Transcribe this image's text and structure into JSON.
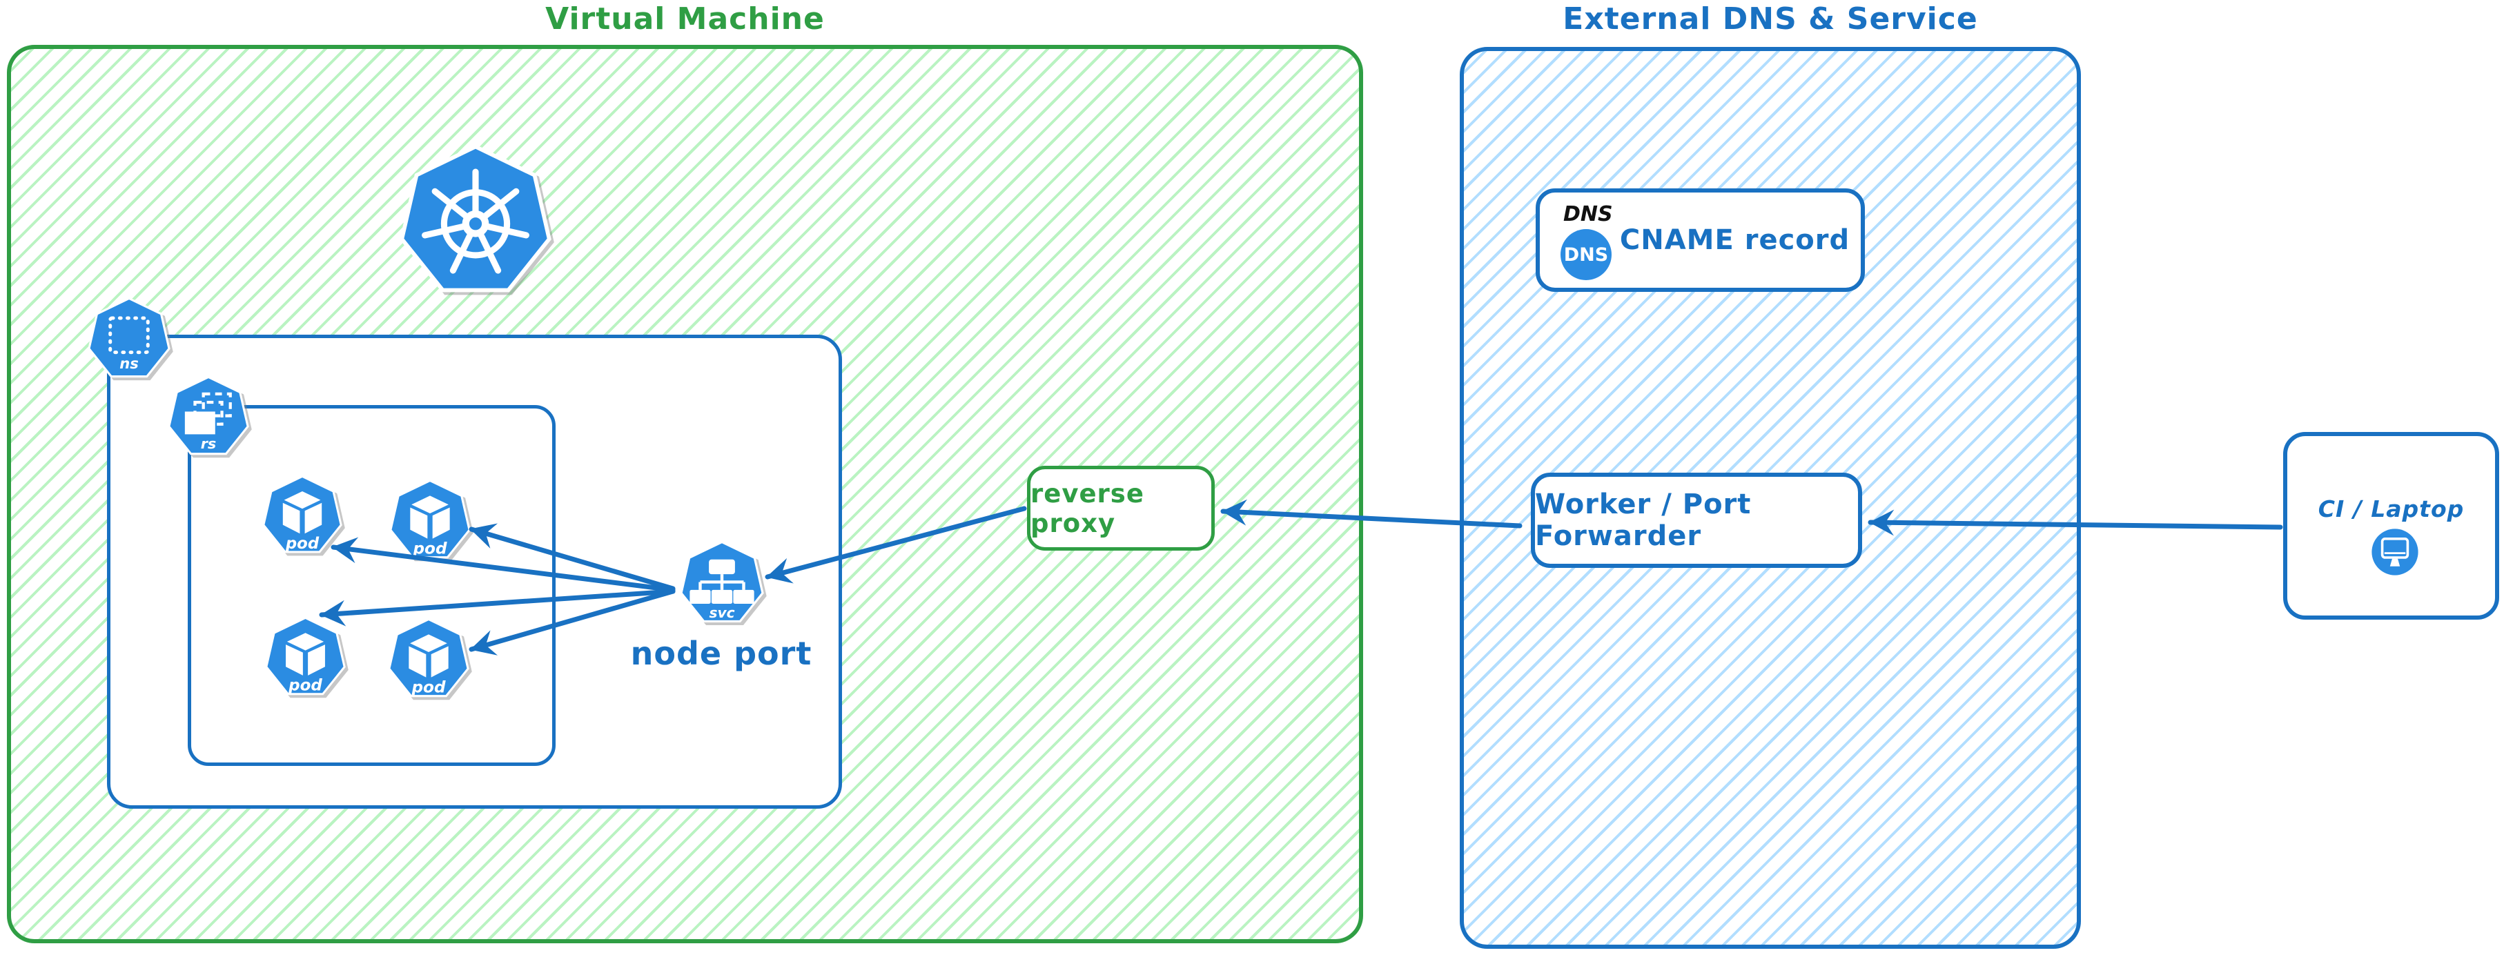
{
  "colors": {
    "green_stroke": "#2f9e44",
    "green_hatch": "#b2f2bb",
    "blue_stroke": "#1971c2",
    "blue_hatch": "#a5d8ff",
    "icon_blue": "#2b8ce2",
    "arrow_blue": "#1971c2",
    "dns_tag_black": "#111111"
  },
  "vm": {
    "title": "Virtual Machine",
    "ns_label": "ns",
    "rs_label": "rs",
    "pod_labels": [
      "pod",
      "pod",
      "pod",
      "pod"
    ],
    "svc_label": "svc",
    "node_port_caption": "node port",
    "reverse_proxy_label": "reverse proxy"
  },
  "external": {
    "title": "External DNS & Service",
    "dns_tag": "DNS",
    "dns_icon_label": "DNS",
    "cname_label": "CNAME record",
    "worker_label": "Worker / Port Forwarder"
  },
  "ci": {
    "label": "CI / Laptop"
  },
  "connections": [
    {
      "from": "ci-laptop",
      "to": "worker-port-forwarder"
    },
    {
      "from": "worker-port-forwarder",
      "to": "reverse-proxy"
    },
    {
      "from": "reverse-proxy",
      "to": "node-port-service"
    },
    {
      "from": "node-port-service",
      "to": "pod-1"
    },
    {
      "from": "node-port-service",
      "to": "pod-2"
    },
    {
      "from": "node-port-service",
      "to": "pod-3"
    },
    {
      "from": "node-port-service",
      "to": "pod-4"
    }
  ]
}
